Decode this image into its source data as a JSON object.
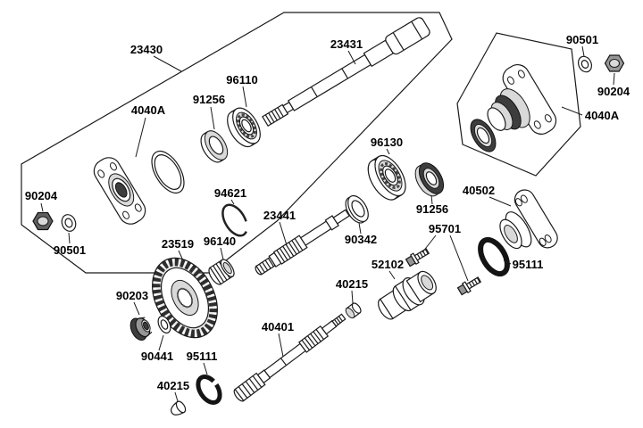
{
  "diagram": {
    "type": "exploded-parts-diagram",
    "background": "#ffffff",
    "line_color": "#1a1a1a",
    "dark_part_color": "#141414"
  },
  "parts": [
    {
      "id": "outline-left-assembly",
      "label": "23430"
    },
    {
      "id": "propeller-shaft",
      "label": "23431"
    },
    {
      "id": "washer-right-top",
      "label": "90501"
    },
    {
      "id": "nut-right-top",
      "label": "90204"
    },
    {
      "id": "flange-assembly-right",
      "label": "4040A"
    },
    {
      "id": "bearing-top",
      "label": "96110"
    },
    {
      "id": "seal-top",
      "label": "91256"
    },
    {
      "id": "flange-assembly-left",
      "label": "4040A"
    },
    {
      "id": "bearing-middle",
      "label": "96130"
    },
    {
      "id": "coupling-flange",
      "label": "40502"
    },
    {
      "id": "seal-middle",
      "label": "91256"
    },
    {
      "id": "nut-left",
      "label": "90204"
    },
    {
      "id": "snap-ring",
      "label": "94621"
    },
    {
      "id": "gear-shaft",
      "label": "23441"
    },
    {
      "id": "washer-shim",
      "label": "90342"
    },
    {
      "id": "flange-bolts",
      "label": "95701"
    },
    {
      "id": "washer-left",
      "label": "90501"
    },
    {
      "id": "bevel-gear",
      "label": "23519"
    },
    {
      "id": "needle-bearing",
      "label": "96140"
    },
    {
      "id": "sleeve-coupling",
      "label": "52102"
    },
    {
      "id": "o-ring-right",
      "label": "95111"
    },
    {
      "id": "flange-nut",
      "label": "90203"
    },
    {
      "id": "plug-upper",
      "label": "40215"
    },
    {
      "id": "drive-shaft",
      "label": "40401"
    },
    {
      "id": "washer-small",
      "label": "90441"
    },
    {
      "id": "o-ring-left",
      "label": "95111"
    },
    {
      "id": "plug-lower",
      "label": "40215"
    }
  ]
}
